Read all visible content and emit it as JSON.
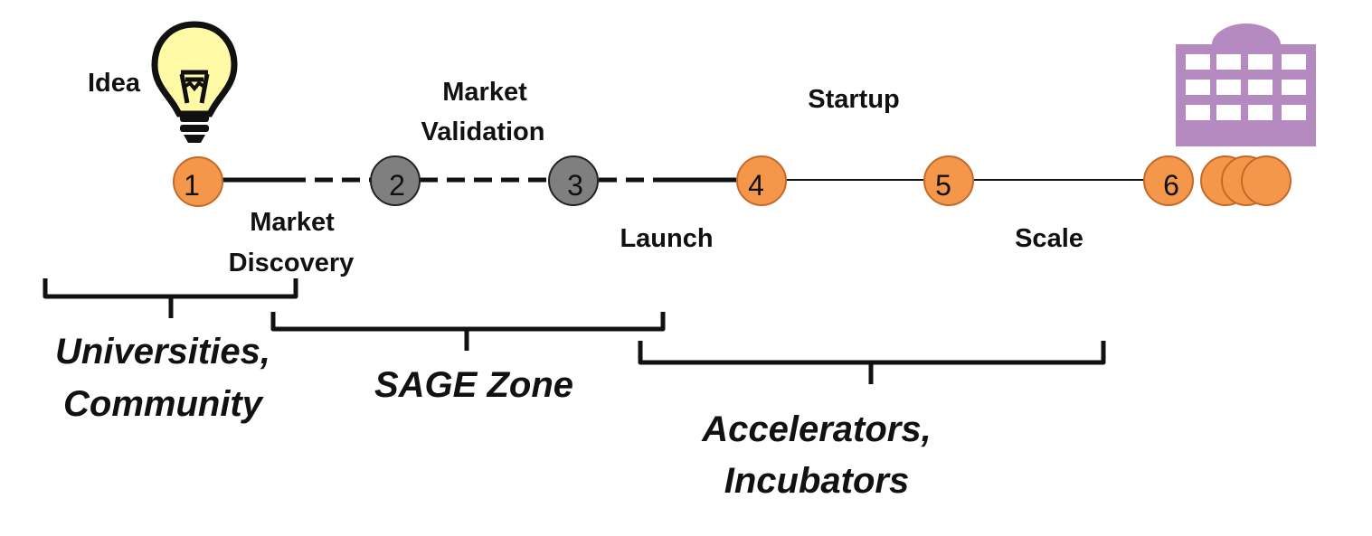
{
  "colors": {
    "orange_node": "#f5974a",
    "gray_node": "#7f7f7f",
    "node_stroke": "#c46a28",
    "line": "#111111",
    "building": "#b48ac0",
    "bulb": "#fffaa6"
  },
  "icons": {
    "idea": "lightbulb-icon",
    "company": "office-building-icon",
    "team": "coin-stack-icon"
  },
  "labels": {
    "idea": "Idea",
    "market_validation_1": "Market",
    "market_validation_2": "Validation",
    "startup": "Startup",
    "market_discovery_1": "Market",
    "market_discovery_2": "Discovery",
    "launch": "Launch",
    "scale": "Scale"
  },
  "nodes": [
    {
      "number": "1",
      "style": "orange"
    },
    {
      "number": "2",
      "style": "gray"
    },
    {
      "number": "3",
      "style": "gray"
    },
    {
      "number": "4",
      "style": "orange"
    },
    {
      "number": "5",
      "style": "orange"
    },
    {
      "number": "6",
      "style": "orange"
    }
  ],
  "groups": {
    "universities_1": "Universities,",
    "universities_2": "Community",
    "sage": "SAGE Zone",
    "accelerators_1": "Accelerators,",
    "accelerators_2": "Incubators"
  }
}
